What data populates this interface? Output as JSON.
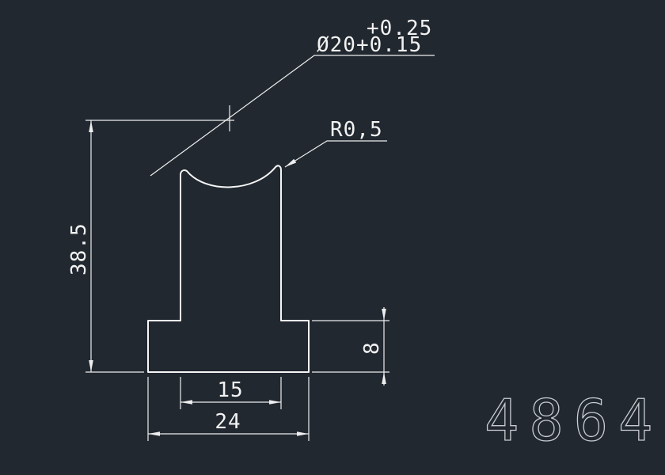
{
  "colors": {
    "bg": "#212830",
    "line": "#f5f5f5",
    "dimline": "#eeeeee",
    "dimtext": "#f2f2f2",
    "partnum": "#c8cbd0"
  },
  "drawing": {
    "dimensions": {
      "tolerance_upper": "+0.25",
      "diameter": "Ø20+0.15",
      "radius": "R0,5",
      "height_total": "38.5",
      "base_height": "8",
      "inner_width": "15",
      "base_width": "24"
    },
    "part_number": "4864"
  }
}
